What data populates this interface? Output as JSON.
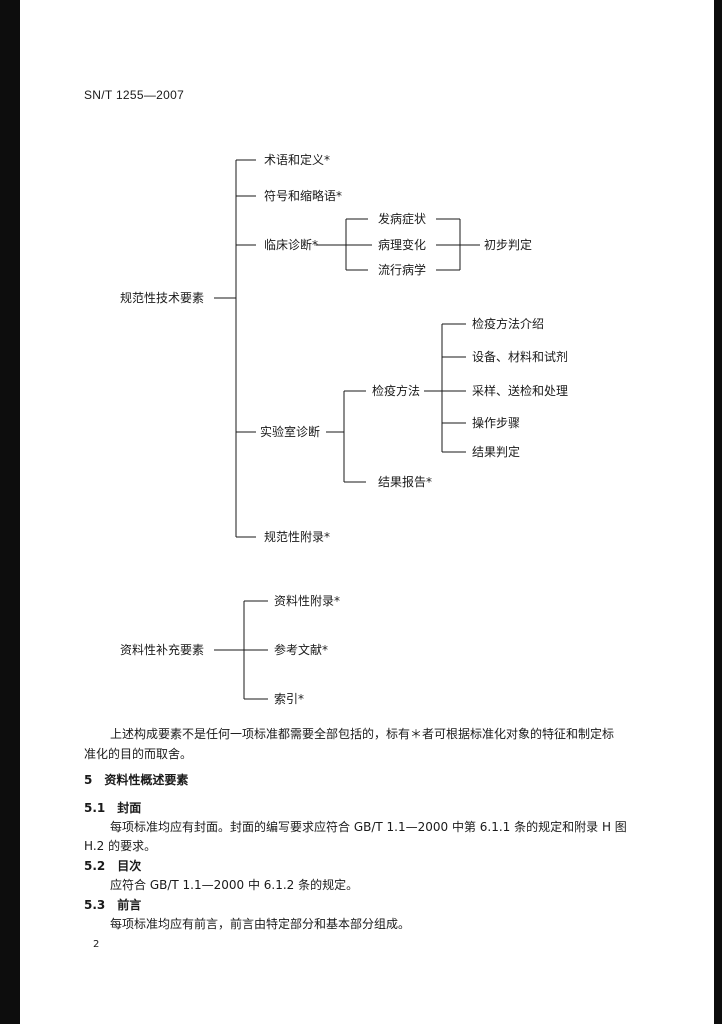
{
  "header": {
    "standard_no": "SN/T 1255—2007"
  },
  "tree": {
    "normative": {
      "root": "规范性技术要素",
      "terms": "术语和定义*",
      "symbols": "符号和缩略语*",
      "clinical": "临床诊断*",
      "onset": "发病症状",
      "pathology": "病理变化",
      "epidemiology": "流行病学",
      "prelim": "初步判定",
      "lab": "实验室诊断",
      "method": "检疫方法",
      "method_intro": "检疫方法介绍",
      "equipment": "设备、材料和试剂",
      "sampling": "采样、送检和处理",
      "steps": "操作步骤",
      "result_judge": "结果判定",
      "result_report": "结果报告*",
      "normative_annex": "规范性附录*"
    },
    "informative": {
      "root": "资料性补充要素",
      "annex": "资料性附录*",
      "refs": "参考文献*",
      "index": "索引*"
    }
  },
  "body": {
    "note_line1": "上述构成要素不是任何一项标准都需要全部包括的，标有＊者可根据标准化对象的特征和制定标",
    "note_line2": "准化的目的而取舍。",
    "s5": "5　资料性概述要素",
    "s51": "5.1　封面",
    "s51_l1": "每项标准均应有封面。封面的编写要求应符合 GB/T 1.1—2000 中第 6.1.1 条的规定和附录 H 图",
    "s51_l2": "H.2 的要求。",
    "s52": "5.2　目次",
    "s52_l1": "应符合 GB/T 1.1—2000 中 6.1.2 条的规定。",
    "s53": "5.3　前言",
    "s53_l1": "每项标准均应有前言，前言由特定部分和基本部分组成。"
  },
  "footer": {
    "page": "2"
  }
}
